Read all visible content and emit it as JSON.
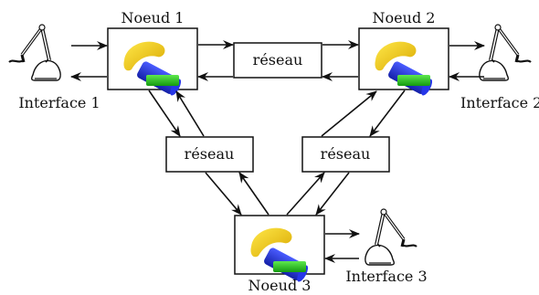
{
  "nodes": [
    {
      "id": "n1",
      "label": "Noeud 1"
    },
    {
      "id": "n2",
      "label": "Noeud 2"
    },
    {
      "id": "n3",
      "label": "Noeud 3"
    }
  ],
  "networks": {
    "top": "réseau",
    "left": "réseau",
    "right": "réseau"
  },
  "interfaces": {
    "i1": "Interface 1",
    "i2": "Interface 2",
    "i3": "Interface 3"
  },
  "colors": {
    "yellow": "#f5d000",
    "blue": "#1f2fd6",
    "green": "#22c020",
    "stroke": "#111111"
  },
  "icons": {
    "node": "shapes-icon",
    "interface": "haptic-device-icon"
  }
}
